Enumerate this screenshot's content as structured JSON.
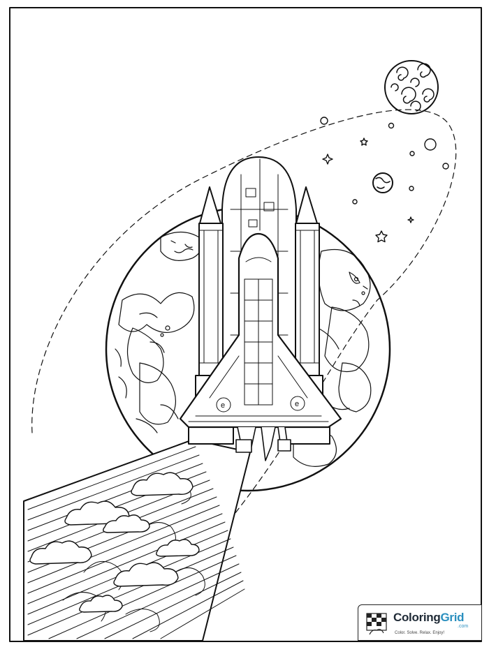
{
  "colors": {
    "ink": "#111111",
    "paper": "#ffffff",
    "brand_dark": "#1f2a36",
    "brand_accent": "#2a8fbf"
  },
  "shuttle": {
    "wing_emblem_left": "e",
    "wing_emblem_right": "e"
  },
  "badge": {
    "brand_part1": "Coloring",
    "brand_part2": "Grid",
    "tld": ".com",
    "tagline": "Color. Solve. Relax. Enjoy!"
  }
}
